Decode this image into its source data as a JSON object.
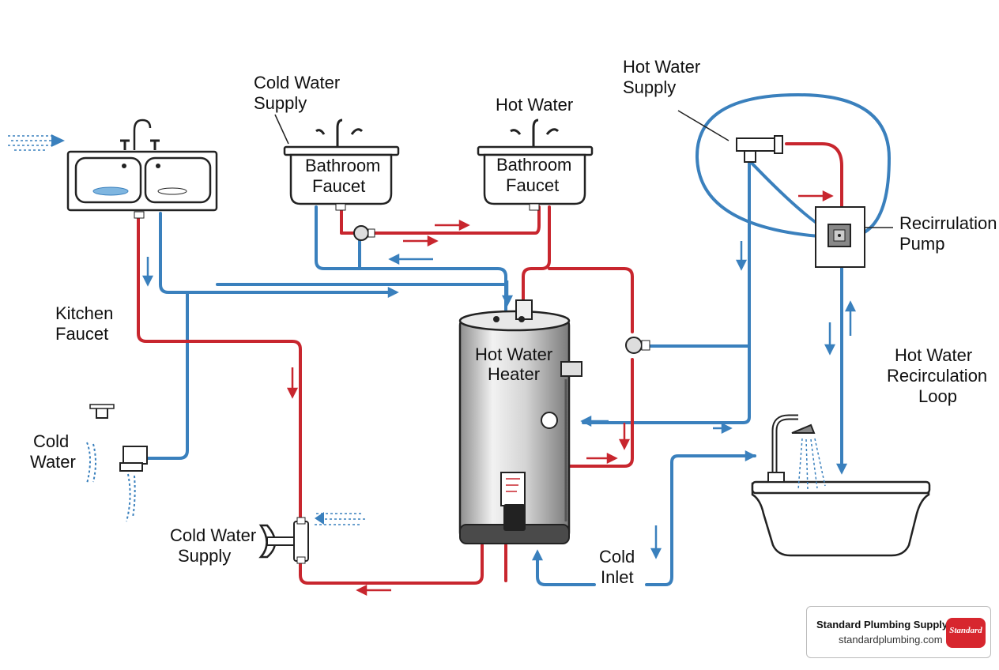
{
  "labels": {
    "cold_water_supply_top": [
      "Cold Water",
      "Supply"
    ],
    "hot_water_top": "Hot Water",
    "hot_water_supply": [
      "Hot Water",
      "Supply"
    ],
    "recirculation_pump": [
      "Recirrulation",
      "Pump"
    ],
    "kitchen_faucet": [
      "Kitchen",
      "Faucet"
    ],
    "cold_water": [
      "Cold",
      "Water"
    ],
    "cold_water_supply_bottom": [
      "Cold Water",
      "Supply"
    ],
    "cold_inlet": [
      "Cold",
      "Inlet"
    ],
    "hot_water_recirculation_loop": [
      "Hot Water",
      "Recirculation",
      "Loop"
    ],
    "water_heater": [
      "Hot Water",
      "Heater"
    ],
    "bathroom_faucet_left": [
      "Bathroom",
      "Faucet"
    ],
    "bathroom_faucet_right": [
      "Bathroom",
      "Faucet"
    ]
  },
  "brand": {
    "name": "Standard Plumbing Supply",
    "url": "standardplumbing.com",
    "logo_text": "Standard"
  },
  "colors": {
    "hot": "#c8262e",
    "cold": "#3a80bd"
  }
}
